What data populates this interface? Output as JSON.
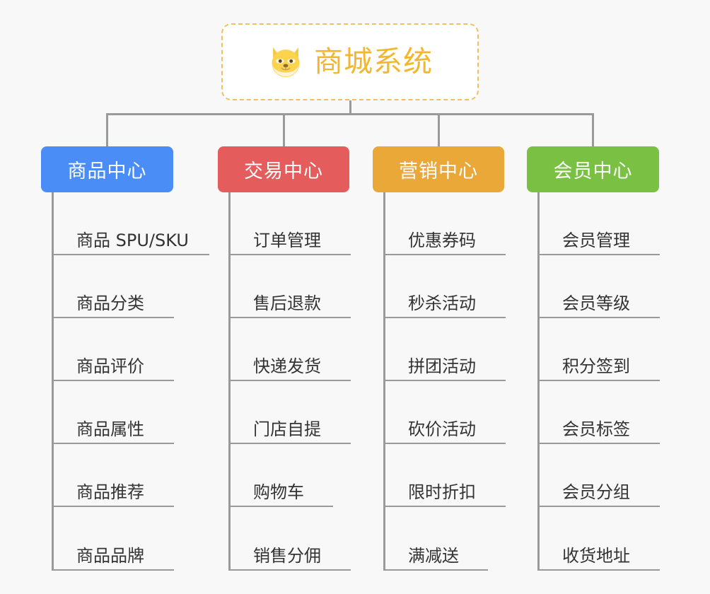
{
  "page": {
    "background_color": "#f8f8f8",
    "line_color": "#9a9a9a",
    "item_text_color": "#333333"
  },
  "root": {
    "title": "商城系统",
    "icon": "shiba-dog-face-icon",
    "text_color": "#f2b72e",
    "border_color": "#f0c060",
    "background_color": "#ffffff"
  },
  "categories": [
    {
      "label": "商品中心",
      "color": "#4a8df6",
      "items": [
        {
          "label": "商品 SPU/SKU"
        },
        {
          "label": "商品分类"
        },
        {
          "label": "商品评价"
        },
        {
          "label": "商品属性"
        },
        {
          "label": "商品推荐"
        },
        {
          "label": "商品品牌"
        }
      ]
    },
    {
      "label": "交易中心",
      "color": "#e45c5c",
      "items": [
        {
          "label": "订单管理"
        },
        {
          "label": "售后退款"
        },
        {
          "label": "快递发货"
        },
        {
          "label": "门店自提"
        },
        {
          "label": "购物车"
        },
        {
          "label": "销售分佣"
        }
      ]
    },
    {
      "label": "营销中心",
      "color": "#e9a838",
      "items": [
        {
          "label": "优惠券码"
        },
        {
          "label": "秒杀活动"
        },
        {
          "label": "拼团活动"
        },
        {
          "label": "砍价活动"
        },
        {
          "label": "限时折扣"
        },
        {
          "label": "满减送"
        }
      ]
    },
    {
      "label": "会员中心",
      "color": "#7ac143",
      "items": [
        {
          "label": "会员管理"
        },
        {
          "label": "会员等级"
        },
        {
          "label": "积分签到"
        },
        {
          "label": "会员标签"
        },
        {
          "label": "会员分组"
        },
        {
          "label": "收货地址"
        }
      ]
    }
  ]
}
